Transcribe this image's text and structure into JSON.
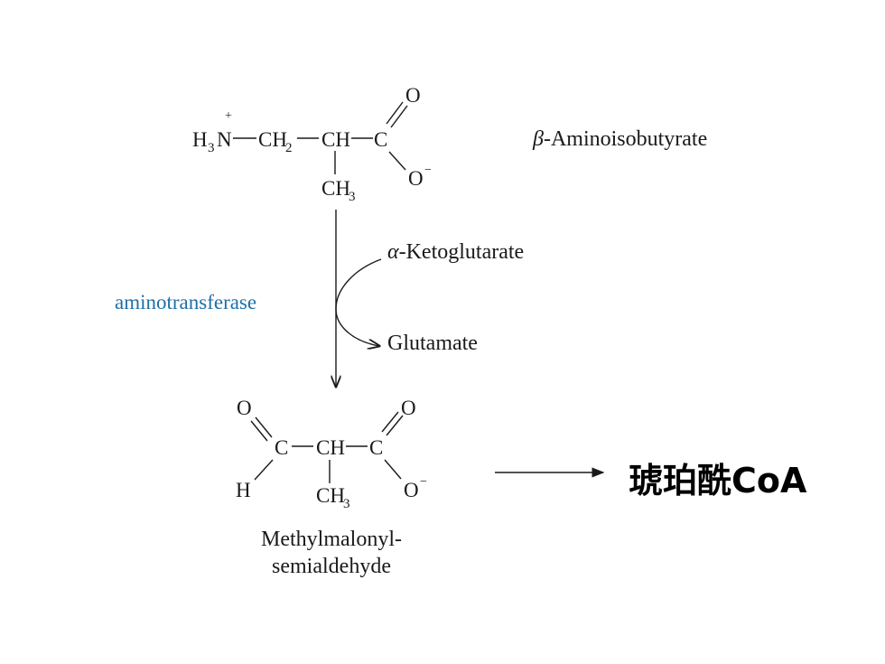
{
  "substrate": {
    "name_greek": "β",
    "name_rest": "-Aminoisobutyrate",
    "atoms": {
      "h3n_H": "H",
      "h3n_3": "3",
      "h3n_N": "N",
      "charge_plus": "+",
      "ch2": "CH",
      "ch2_sub": "2",
      "ch": "CH",
      "c": "C",
      "o_double": "O",
      "o_minus": "O",
      "charge_minus": "−",
      "ch3": "CH",
      "ch3_sub": "3"
    }
  },
  "reaction": {
    "enzyme": "aminotransferase",
    "cosubstrate_in_greek": "α",
    "cosubstrate_in_rest": "-Ketoglutarate",
    "cosubstrate_out": "Glutamate"
  },
  "intermediate": {
    "name_line1": "Methylmalonyl-",
    "name_line2": "semialdehyde",
    "atoms": {
      "o_left": "O",
      "c_left": "C",
      "h_left": "H",
      "ch_mid": "CH",
      "c_right": "C",
      "o_right": "O",
      "o_minus": "O",
      "charge_minus": "−",
      "ch3": "CH",
      "ch3_sub": "3"
    }
  },
  "final_product": {
    "label": "琥珀酰CoA"
  },
  "colors": {
    "enzyme": "#1f6fa8",
    "text": "#1a1a1a"
  }
}
